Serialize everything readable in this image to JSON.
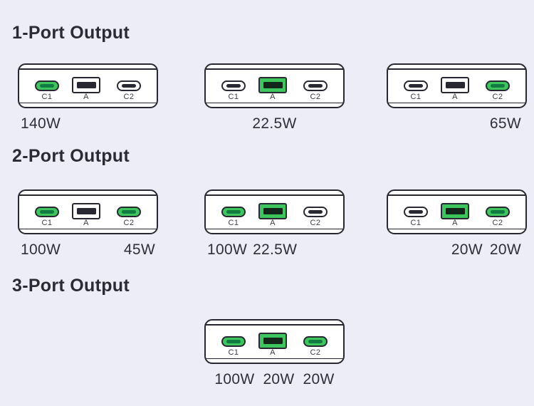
{
  "canvas": {
    "background": "#ECEDF6"
  },
  "colors": {
    "outline": "#282832",
    "device_fill": "#FFFFFF",
    "active_green": "#3DC55E",
    "active_usbc_slot_green": "#117B41",
    "active_usba_bar_dark": "#12271A",
    "inactive_slot_dark": "#282832",
    "heading_text": "#2B2B36",
    "watt_text": "#2F2F3A",
    "port_label_text": "#3C3C46"
  },
  "sections": [
    {
      "title": "1-Port Output",
      "devices": [
        {
          "ports": [
            {
              "label": "C1",
              "type": "usbc",
              "active": true
            },
            {
              "label": "A",
              "type": "usba",
              "active": false
            },
            {
              "label": "C2",
              "type": "usbc",
              "active": false
            }
          ],
          "watts": [
            "140W"
          ],
          "watts_align": "left"
        },
        {
          "ports": [
            {
              "label": "C1",
              "type": "usbc",
              "active": false
            },
            {
              "label": "A",
              "type": "usba",
              "active": true
            },
            {
              "label": "C2",
              "type": "usbc",
              "active": false
            }
          ],
          "watts": [
            "22.5W"
          ],
          "watts_align": "center"
        },
        {
          "ports": [
            {
              "label": "C1",
              "type": "usbc",
              "active": false
            },
            {
              "label": "A",
              "type": "usba",
              "active": false
            },
            {
              "label": "C2",
              "type": "usbc",
              "active": true
            }
          ],
          "watts": [
            "65W"
          ],
          "watts_align": "right"
        }
      ]
    },
    {
      "title": "2-Port Output",
      "devices": [
        {
          "ports": [
            {
              "label": "C1",
              "type": "usbc",
              "active": true
            },
            {
              "label": "A",
              "type": "usba",
              "active": false
            },
            {
              "label": "C2",
              "type": "usbc",
              "active": true
            }
          ],
          "watts": [
            "100W",
            "45W"
          ],
          "watts_align": "justify"
        },
        {
          "ports": [
            {
              "label": "C1",
              "type": "usbc",
              "active": true
            },
            {
              "label": "A",
              "type": "usba",
              "active": true
            },
            {
              "label": "C2",
              "type": "usbc",
              "active": false
            }
          ],
          "watts": [
            "100W",
            "22.5W"
          ],
          "watts_align": "left"
        },
        {
          "ports": [
            {
              "label": "C1",
              "type": "usbc",
              "active": false
            },
            {
              "label": "A",
              "type": "usba",
              "active": true
            },
            {
              "label": "C2",
              "type": "usbc",
              "active": true
            }
          ],
          "watts": [
            "20W",
            "20W"
          ],
          "watts_align": "right"
        }
      ]
    },
    {
      "title": "3-Port Output",
      "devices": [
        {
          "ports": [
            {
              "label": "C1",
              "type": "usbc",
              "active": true
            },
            {
              "label": "A",
              "type": "usba",
              "active": true
            },
            {
              "label": "C2",
              "type": "usbc",
              "active": true
            }
          ],
          "watts": [
            "100W",
            "20W",
            "20W"
          ],
          "watts_align": "center"
        }
      ]
    }
  ]
}
